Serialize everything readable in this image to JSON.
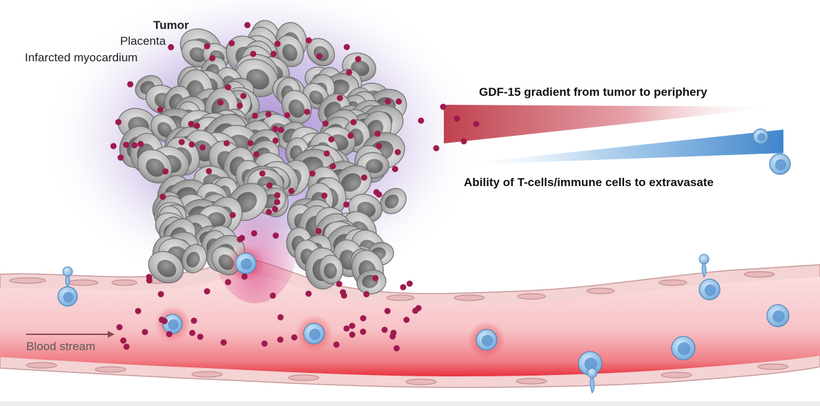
{
  "labels": {
    "tumor": "Tumor",
    "placenta": "Placenta",
    "infarcted_myocardium": "Infarcted myocardium",
    "gdf15_gradient": "GDF-15 gradient from tumor to periphery",
    "tcell_ability": "Ability of T-cells/immune cells to extravasate",
    "blood_stream": "Blood stream"
  },
  "colors": {
    "gdf15_red": "#c0414f",
    "tcell_blue": "#3f86cc",
    "gdf15_dot": "#9e1a4f",
    "vessel_wall": "#f3d3d3",
    "vessel_lumen": "#f8c2c6",
    "vessel_stream_red": "#e8323e",
    "tumor_halo": "#8e6bc4",
    "tumor_cell_gray": "#b3b3b3",
    "immune_cell_blue": "#8fc1ea"
  }
}
